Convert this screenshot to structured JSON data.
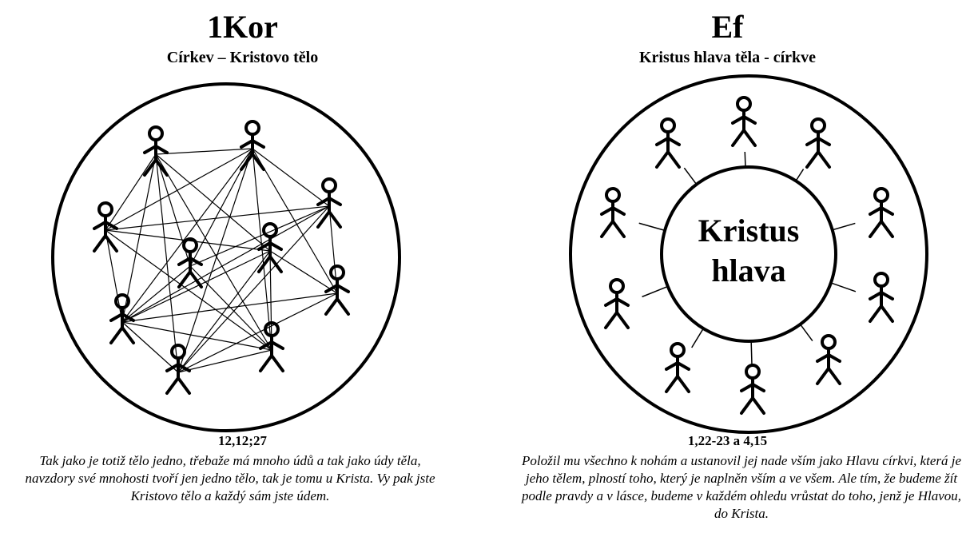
{
  "left": {
    "title": "1Kor",
    "subtitle": "Církev – Kristovo tělo",
    "reference": "12,12;27",
    "quote": "Tak jako je totiž tělo jedno, třebaže má mnoho údů a tak jako údy těla, navzdory své mnohosti tvoří jen jedno tělo, tak je tomu u Krista. Vy pak jste Kristovo tělo a každý sám jste údem."
  },
  "right": {
    "title": "Ef",
    "subtitle": "Kristus hlava těla - církve",
    "center_line1": "Kristus",
    "center_line2": "hlava",
    "reference": "1,22-23 a 4,15",
    "quote": "Položil mu všechno k nohám a ustanovil jej nade vším jako Hlavu církvi, která je jeho tělem, plností toho, který je naplněn vším a ve všem. Ale tím, že budeme žít podle pravdy a v lásce, budeme v každém ohledu vrůstat do toho, jenž je Hlavou, do Krista."
  }
}
